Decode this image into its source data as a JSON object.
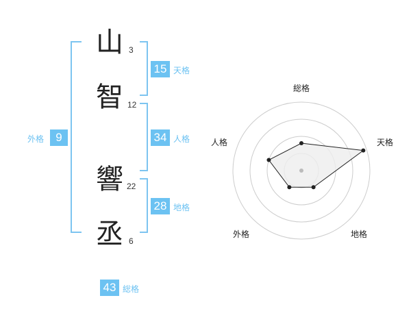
{
  "name": {
    "chars": [
      {
        "char": "山",
        "strokes": "3"
      },
      {
        "char": "智",
        "strokes": "12"
      },
      {
        "char": "響",
        "strokes": "22"
      },
      {
        "char": "丞",
        "strokes": "6"
      }
    ]
  },
  "fortunes": {
    "tenkaku": {
      "value": "15",
      "label": "天格"
    },
    "jinkaku": {
      "value": "34",
      "label": "人格"
    },
    "chikaku": {
      "value": "28",
      "label": "地格"
    },
    "gaikaku": {
      "value": "9",
      "label": "外格"
    },
    "soukaku": {
      "value": "43",
      "label": "総格"
    }
  },
  "chart_data": {
    "type": "radar",
    "axes": [
      "総格",
      "天格",
      "地格",
      "外格",
      "人格"
    ],
    "values": [
      0.4,
      0.95,
      0.3,
      0.3,
      0.5
    ],
    "rings": 4,
    "colors": {
      "line": "#222222",
      "fill": "#eeeeee",
      "grid": "#cccccc",
      "center": "#bbbbbb"
    }
  },
  "colors": {
    "accent": "#6cc2f2",
    "bracket": "#7cc4f0"
  }
}
